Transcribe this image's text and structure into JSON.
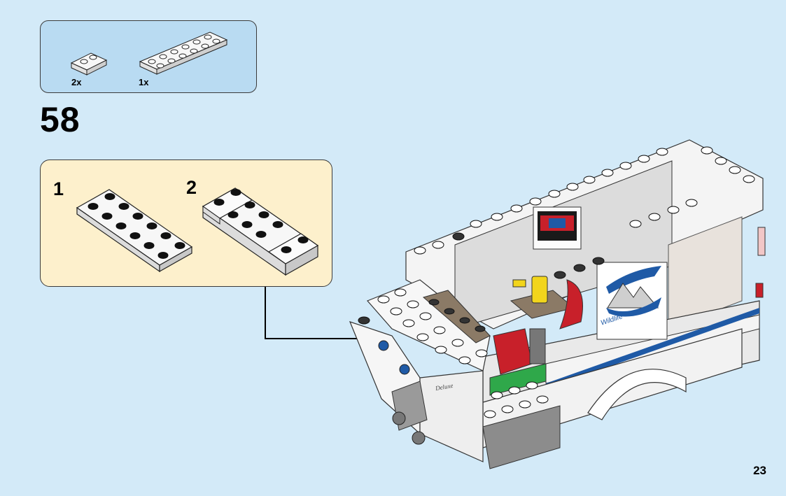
{
  "parts_list": {
    "items": [
      {
        "name": "plate-1x2-white",
        "quantity": "2x"
      },
      {
        "name": "plate-2x6-white",
        "quantity": "1x"
      }
    ]
  },
  "step": {
    "number": "58"
  },
  "sub_assembly": {
    "steps": [
      {
        "label": "1"
      },
      {
        "label": "2"
      }
    ]
  },
  "page": {
    "number": "23"
  },
  "colors": {
    "background": "#d3eaf8",
    "parts_box": "#b9dbf2",
    "sub_box": "#fdf0cc",
    "brick_white": "#f5f5f5",
    "stripe_blue": "#1f5aa6",
    "accent_red": "#c8202a",
    "accent_yellow": "#f2d51c",
    "accent_green": "#2fa84a",
    "tan": "#8b7a66"
  },
  "decals": {
    "camper_logo": "Wildlife",
    "camper_script": "Deluxe"
  }
}
